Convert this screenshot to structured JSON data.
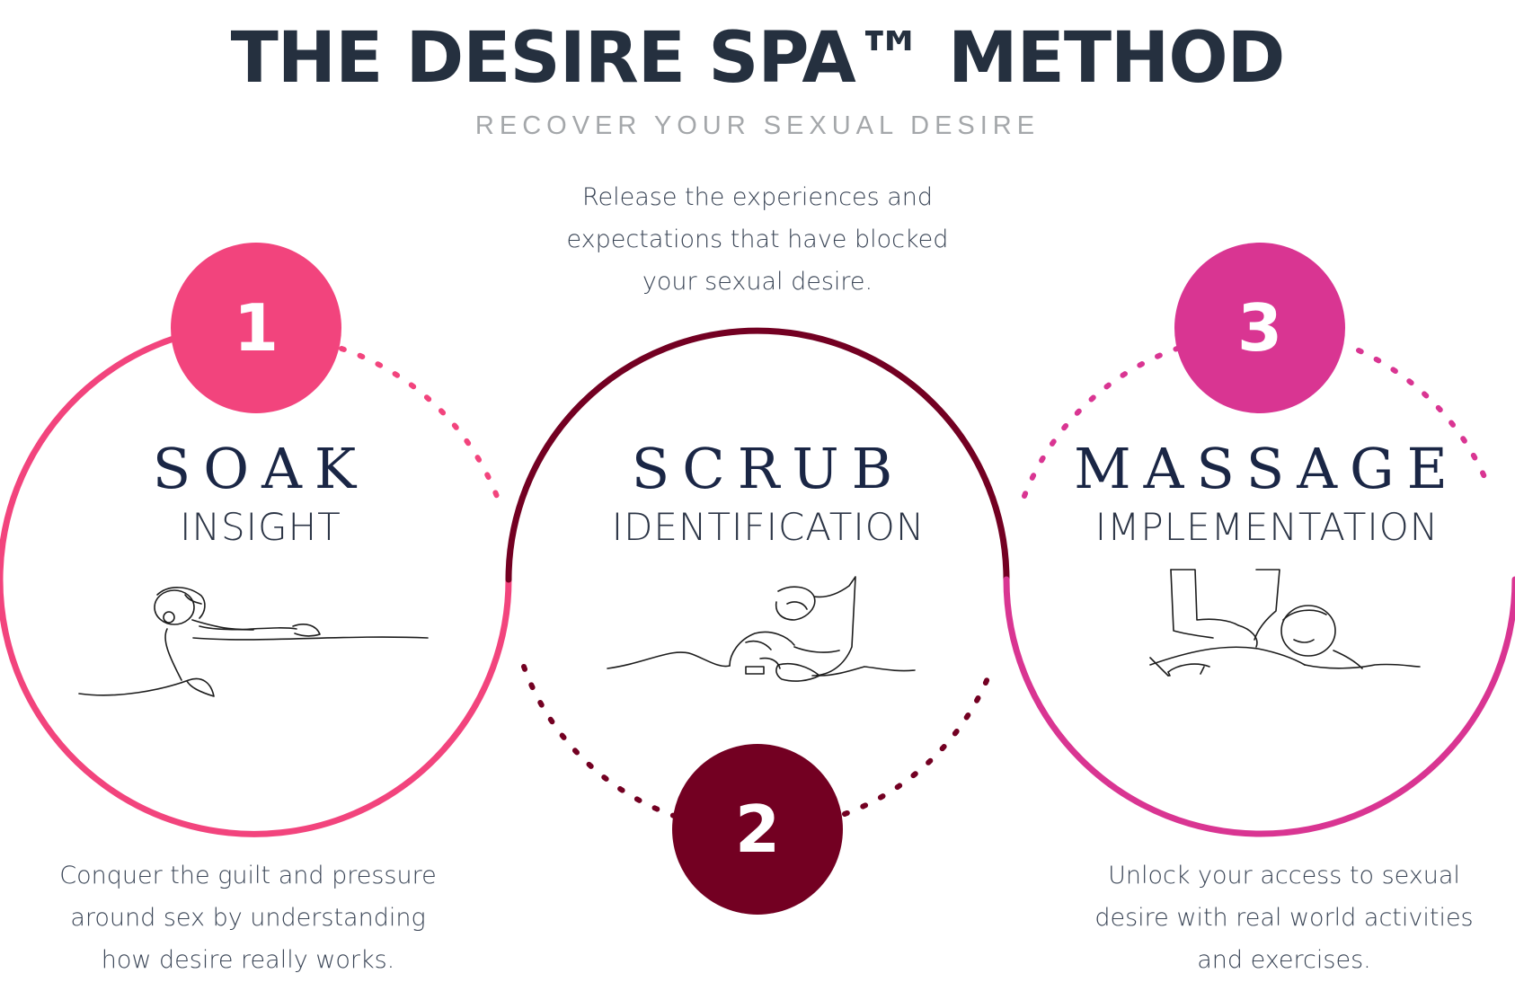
{
  "title": "THE DESIRE SPA™ METHOD",
  "subtitle": "RECOVER YOUR SEXUAL DESIRE",
  "colors": {
    "step1": "#f2447d",
    "step2": "#730022",
    "step3": "#d93592",
    "title": "#25303f",
    "subtitle": "#a4a7aa",
    "text": "#3a4556"
  },
  "steps": [
    {
      "number": "1",
      "name": "SOAK",
      "subtitle": "INSIGHT",
      "description": [
        "Conquer the guilt and pressure",
        "around sex by understanding",
        "how desire really works."
      ],
      "icon": "person-soaking-in-bath-icon"
    },
    {
      "number": "2",
      "name": "SCRUB",
      "subtitle": "IDENTIFICATION",
      "description": [
        "Release the experiences and",
        "expectations that have blocked",
        "your sexual desire."
      ],
      "icon": "person-receiving-facial-scrub-icon"
    },
    {
      "number": "3",
      "name": "MASSAGE",
      "subtitle": "IMPLEMENTATION",
      "description": [
        "Unlock your access to sexual",
        "desire with real world activities",
        "and exercises."
      ],
      "icon": "person-receiving-massage-icon"
    }
  ]
}
